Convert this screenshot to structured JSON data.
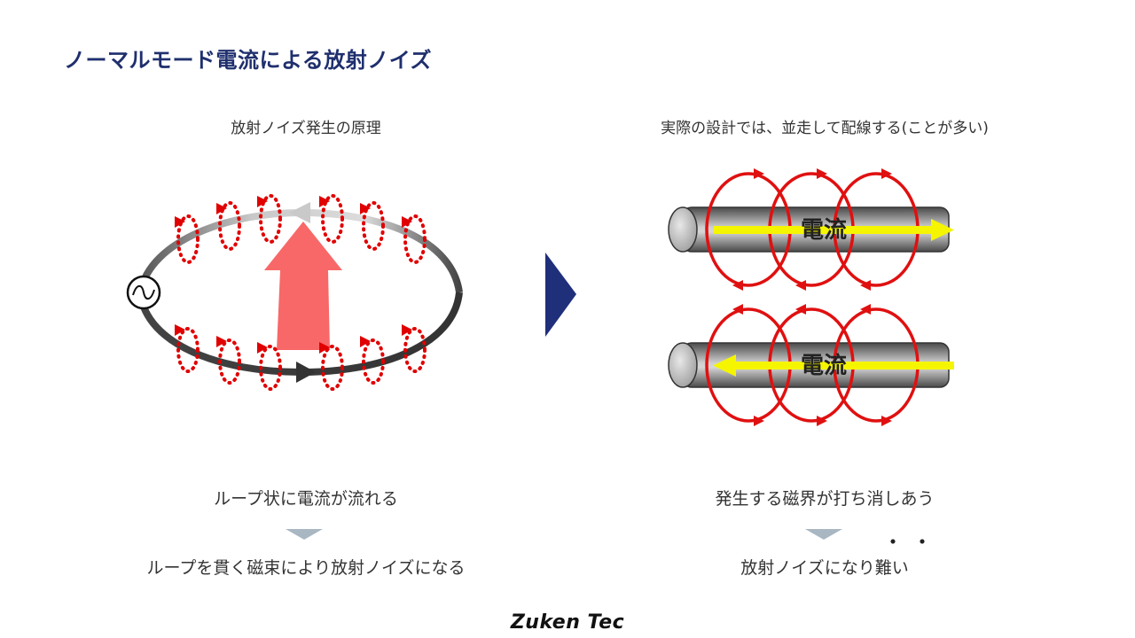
{
  "title": "ノーマルモード電流による放射ノイズ",
  "left": {
    "subtitle": "放射ノイズ発生の原理",
    "caption_top": "ループ状に電流が流れる",
    "caption_bottom": "ループを貫く磁束により放射ノイズになる"
  },
  "right": {
    "subtitle": "実際の設計では、並走して配線する(ことが多い)",
    "wire_top_label": "電流",
    "wire_bottom_label": "電流",
    "caption_top": "発生する磁界が打ち消しあう",
    "caption_bottom": "放射ノイズになり難い",
    "emphasis_dots": "・・"
  },
  "brand": "Zuken Tec",
  "colors": {
    "title": "#1f2f6e",
    "field_loop": "#e00000",
    "big_arrow": "#f86060",
    "current_arrow": "#f5f500",
    "chevron": "#1f2f7a",
    "down_marker": "#a9b7c3"
  },
  "icons": {
    "source": "ac-source-icon",
    "transition": "chevron-right-icon"
  }
}
